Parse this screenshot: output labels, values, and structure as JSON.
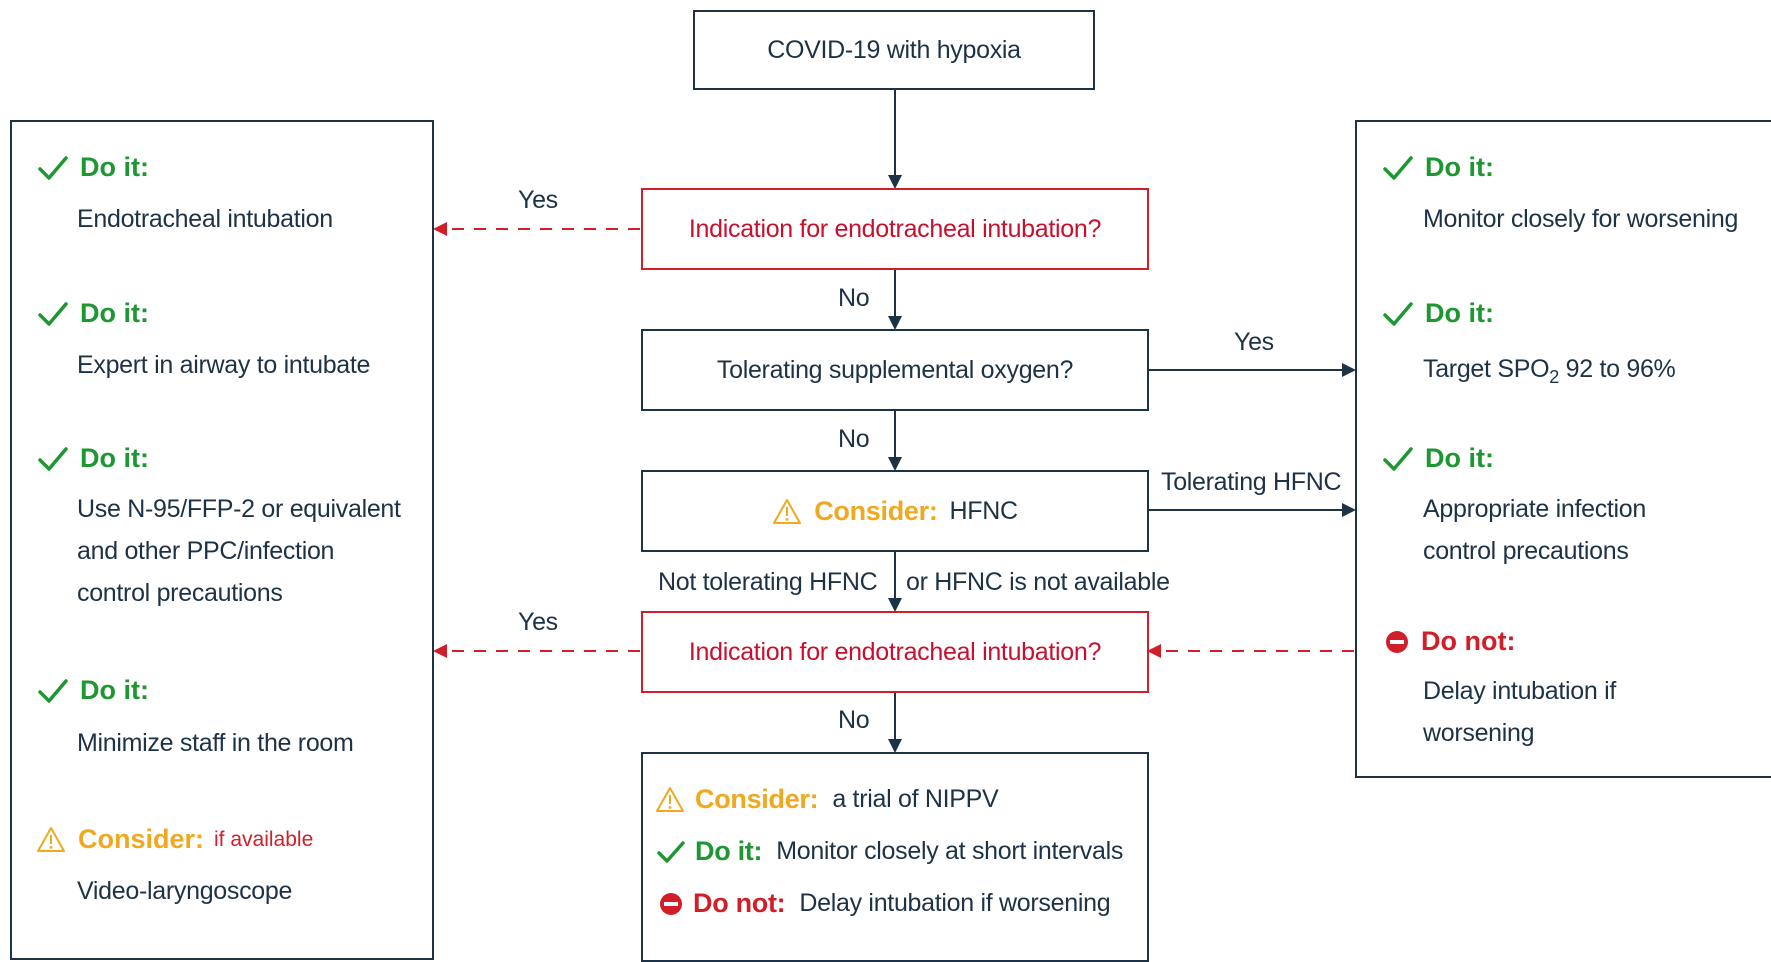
{
  "flow": {
    "start": "COVID-19 with hypoxia",
    "q1": "Indication for endotracheal intubation?",
    "q2": "Tolerating supplemental oxygen?",
    "hfnc_keyword": "Consider:",
    "hfnc_text": "HFNC",
    "q3": "Indication for endotracheal intubation?",
    "edges": {
      "q1_yes": "Yes",
      "q1_no": "No",
      "q2_yes": "Yes",
      "q2_no": "No",
      "hfnc_tolerating": "Tolerating HFNC",
      "hfnc_not_left": "Not tolerating HFNC",
      "hfnc_not_right": "or HFNC is not available",
      "q3_yes": "Yes",
      "q3_no": "No"
    },
    "final": {
      "consider_kw": "Consider:",
      "consider_text": "a trial of NIPPV",
      "doit_kw": "Do it:",
      "doit_text": "Monitor closely at short intervals",
      "donot_kw": "Do not:",
      "donot_text": "Delay intubation if worsening"
    }
  },
  "left_panel": {
    "items": [
      {
        "heading": "Do it:",
        "text": "Endotracheal intubation"
      },
      {
        "heading": "Do it:",
        "text": "Expert in airway to intubate"
      },
      {
        "heading": "Do it:",
        "line1": "Use N-95/FFP-2 or equivalent",
        "line2": "and other PPC/infection",
        "line3": "control precautions"
      },
      {
        "heading": "Do it:",
        "text": "Minimize staff in the room"
      },
      {
        "heading": "Consider:",
        "note": "if available",
        "text": "Video-laryngoscope"
      }
    ]
  },
  "right_panel": {
    "items": [
      {
        "heading": "Do it:",
        "text": "Monitor closely for worsening"
      },
      {
        "heading": "Do it:",
        "text_prefix": "Target SPO",
        "text_sub": "2",
        "text_suffix": " 92 to 96%"
      },
      {
        "heading": "Do it:",
        "line1": "Appropriate infection",
        "line2": "control precautions"
      },
      {
        "heading": "Do not:",
        "line1": "Delay intubation if",
        "line2": "worsening"
      }
    ]
  },
  "colors": {
    "navy": "#1e3246",
    "red": "#d21e28",
    "green": "#1e9632",
    "orange": "#f0a81e"
  },
  "icons": {
    "check": "check-icon",
    "warning": "warning-icon",
    "stop": "stop-icon"
  }
}
